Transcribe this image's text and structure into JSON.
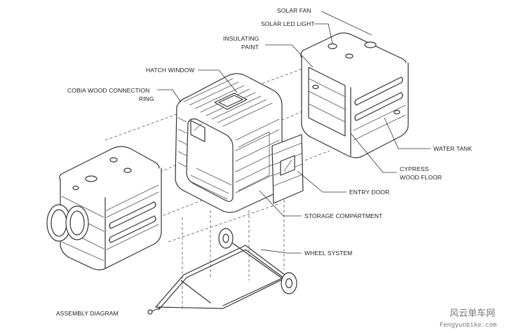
{
  "labels": {
    "solar_fan": "SOLAR  FAN",
    "solar_led_light": "SOLAR LED LIGHT",
    "insulating_paint_1": "INSULATING",
    "insulating_paint_2": "PAINT",
    "hatch_window": "HATCH WINDOW",
    "cobia_ring_1": "COBIA WOOD CONNECTION",
    "cobia_ring_2": "RING",
    "water_tank": "WATER TANK",
    "cypress_floor_1": "CYPRESS",
    "cypress_floor_2": "WOOD FLOOR",
    "entry_door": "ENTRY DOOR",
    "storage_compartment": "STORAGE COMPARTMENT",
    "wheel_system": "WHEEL SYSTEM",
    "assembly_diagram": "ASSEMBLY DIAGRAM"
  },
  "watermark": {
    "chinese": "风云单车网",
    "domain": "Fengyunbike.com"
  }
}
